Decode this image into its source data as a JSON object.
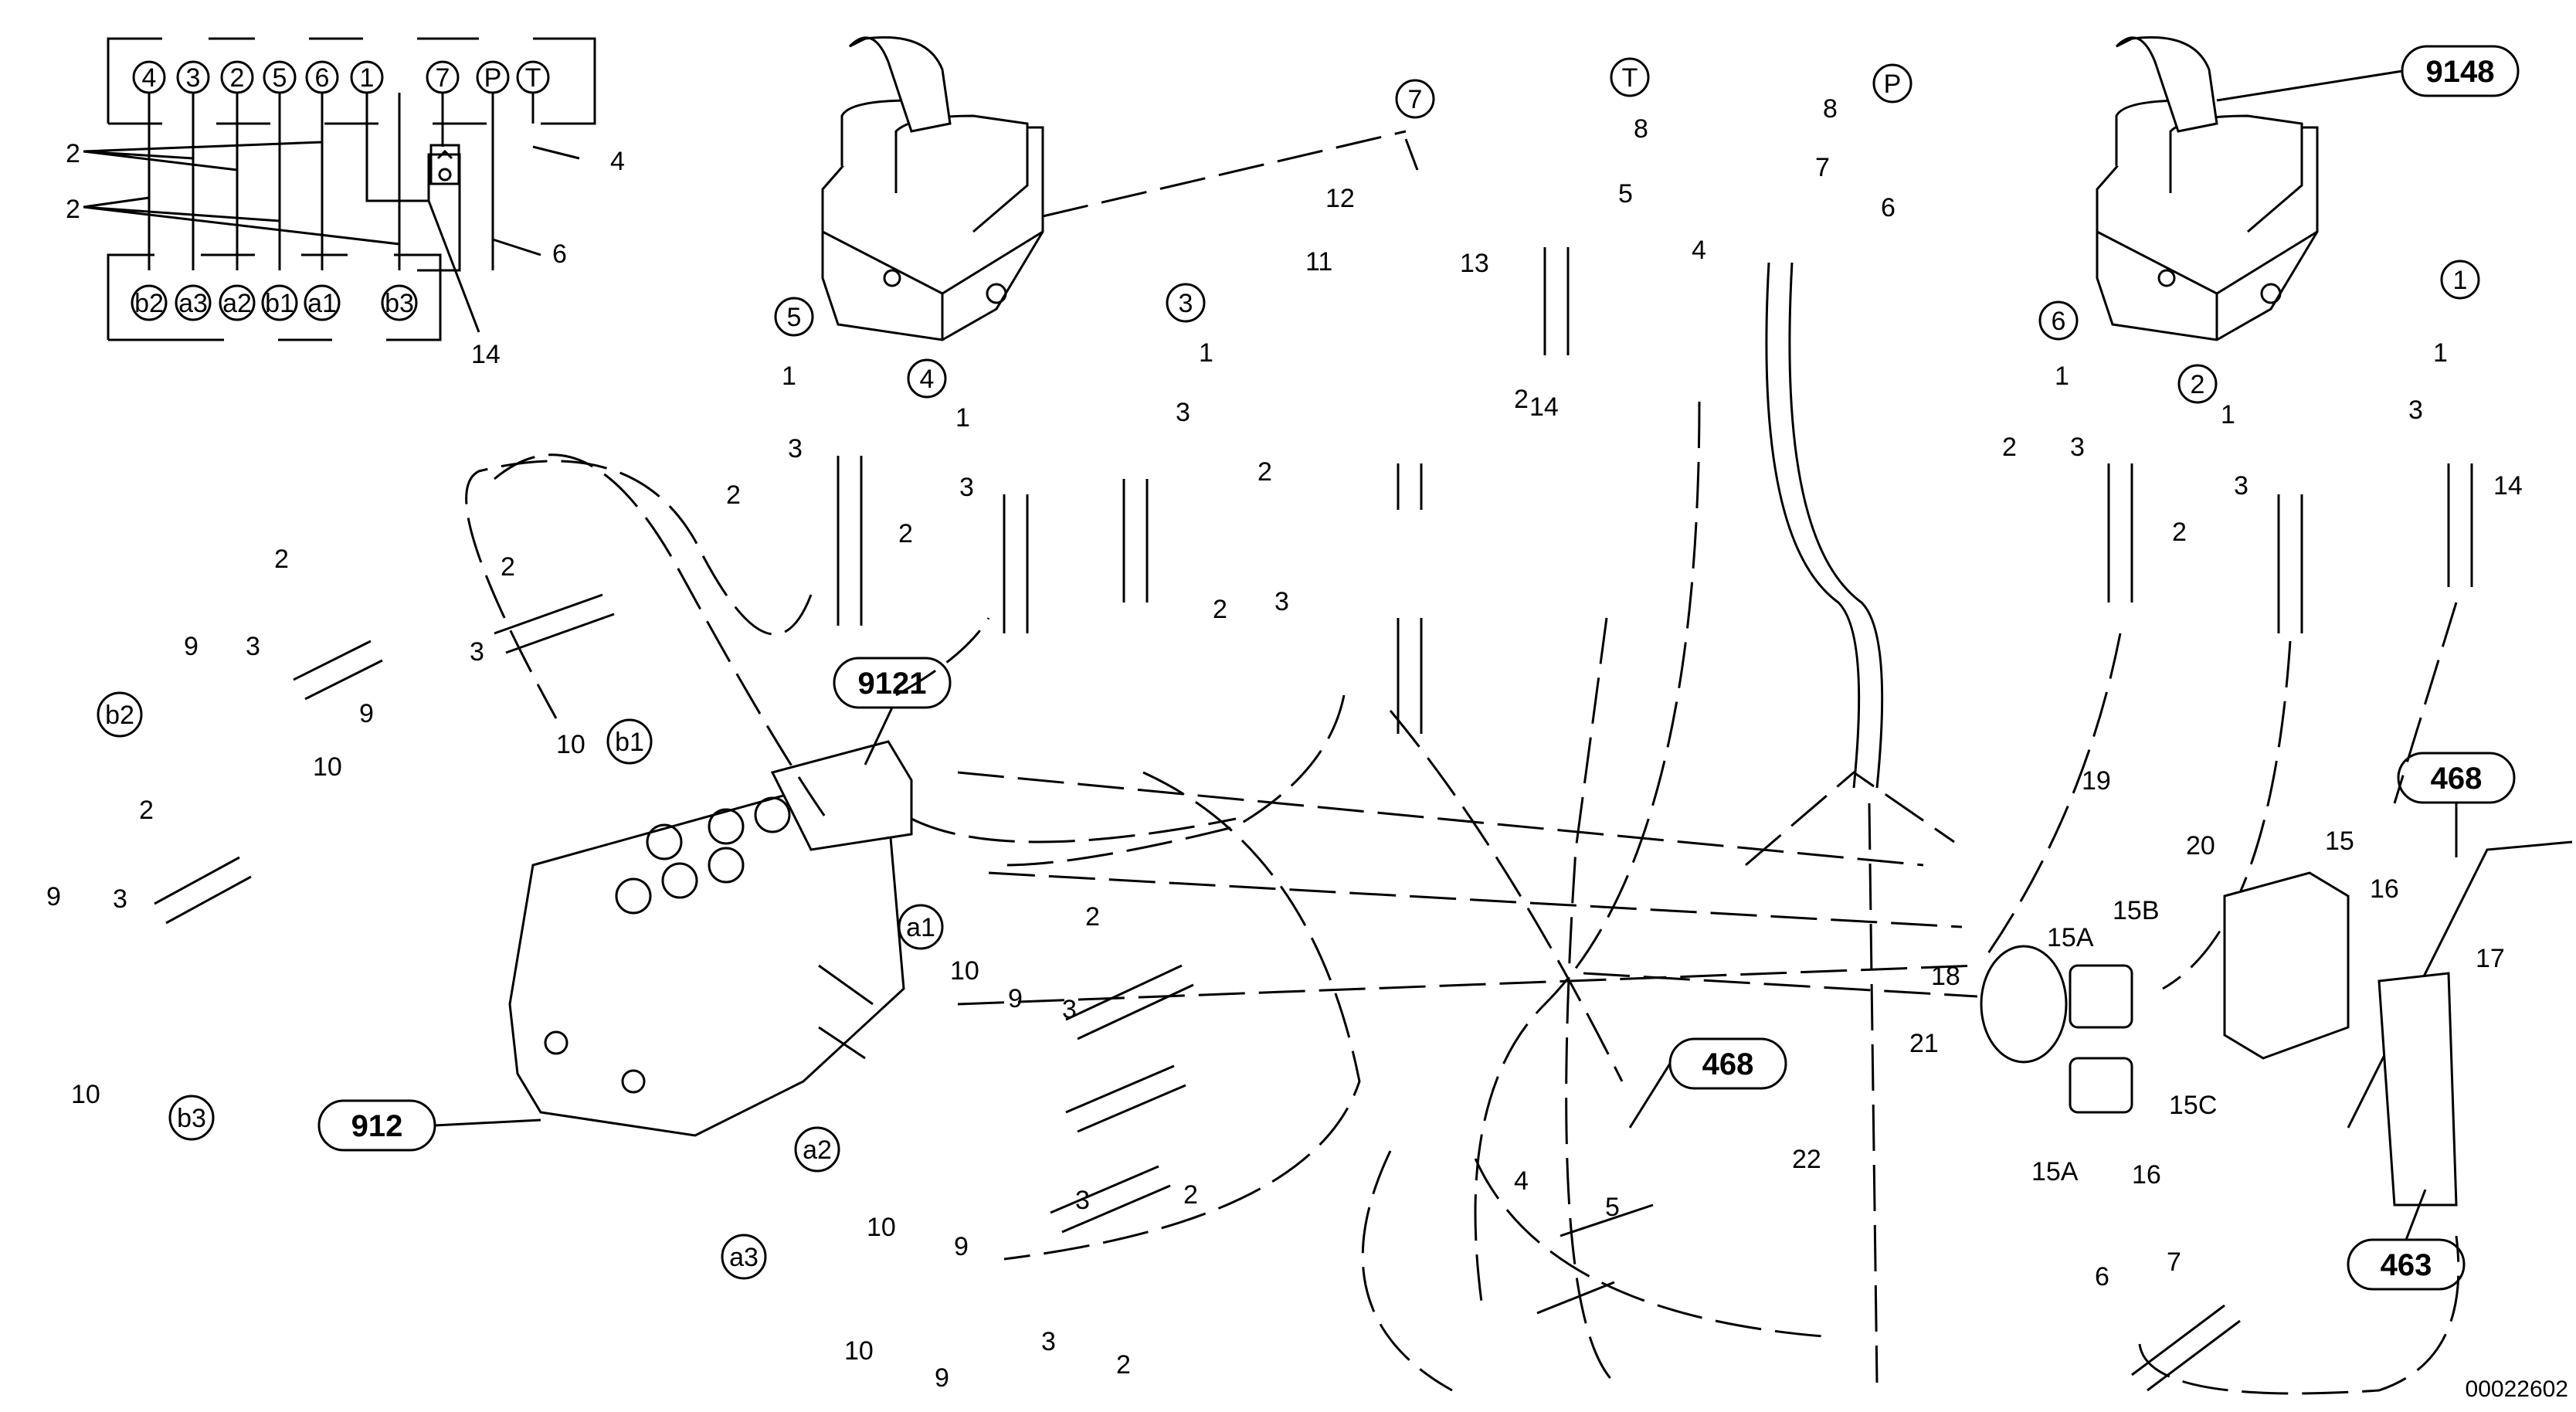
{
  "drawing_number": "00022602",
  "reference_boxes": [
    "9148",
    "9121",
    "912",
    "468",
    "468",
    "463"
  ],
  "port_markers": [
    "T",
    "P",
    "7",
    "5",
    "4",
    "3",
    "6",
    "2",
    "1",
    "b2",
    "b1",
    "a1",
    "a2",
    "a3",
    "b3"
  ],
  "schematic": {
    "top_ports": [
      "4",
      "3",
      "2",
      "5",
      "6",
      "1",
      "7",
      "P",
      "T"
    ],
    "bottom_ports": [
      "b2",
      "a3",
      "a2",
      "b1",
      "a1",
      "b3"
    ],
    "callouts": [
      "2",
      "2",
      "4",
      "6",
      "14"
    ]
  },
  "callouts": [
    "8",
    "8",
    "5",
    "7",
    "4",
    "6",
    "12",
    "13",
    "11",
    "14",
    "1",
    "1",
    "1",
    "3",
    "3",
    "3",
    "2",
    "2",
    "2",
    "2",
    "3",
    "2",
    "1",
    "1",
    "1",
    "3",
    "3",
    "3",
    "2",
    "2",
    "14",
    "2",
    "9",
    "3",
    "10",
    "2",
    "3",
    "9",
    "10",
    "2",
    "3",
    "9",
    "10",
    "10",
    "9",
    "3",
    "2",
    "10",
    "9",
    "3",
    "2",
    "10",
    "9",
    "3",
    "2",
    "19",
    "20",
    "15",
    "18",
    "15A",
    "15B",
    "16",
    "17",
    "21",
    "15C",
    "15A",
    "16",
    "7",
    "6",
    "4",
    "5",
    "22"
  ]
}
